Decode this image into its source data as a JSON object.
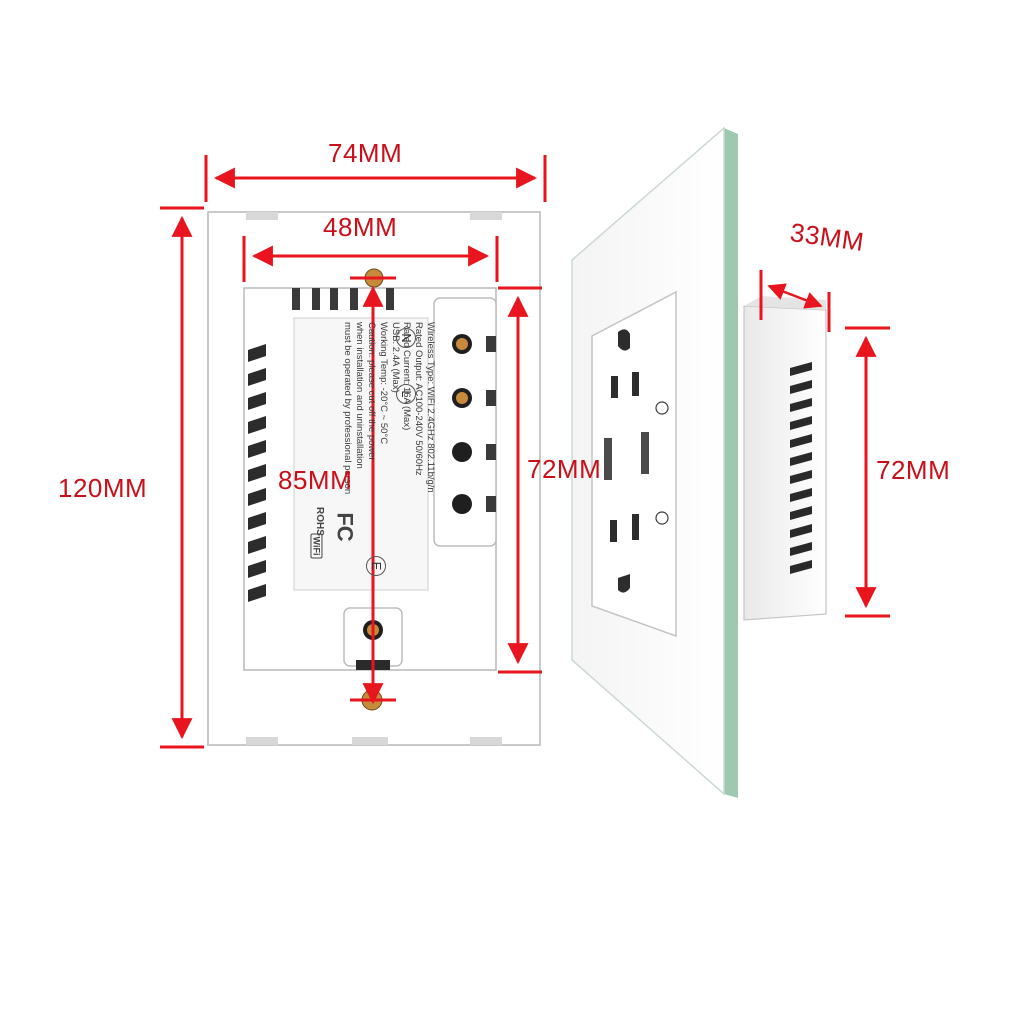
{
  "dimensions": {
    "back_width": "74MM",
    "inner_width": "48MM",
    "total_height": "120MM",
    "body_height": "85MM",
    "body_inner_height": "72MM",
    "depth": "33MM",
    "side_body_height": "72MM"
  },
  "device_label": {
    "lines": [
      "Wireless Type: WiFi 2.4GHz 802.11b/g/n",
      "Rated Output: AC100-240V 50/60Hz",
      "Rated Current: 16A (Max)",
      "USB: 2.4A (Max)",
      "Working Temp: -20°C ~ 50°C",
      "Caution: please cut off the power",
      "when installation and uninstallation",
      "must be operated by professional person"
    ],
    "certifications": {
      "fc": "FC",
      "rohs": "ROHS",
      "wifi": "WiFi"
    }
  },
  "terminals": {
    "neutral": "N",
    "live": "L",
    "earth": "E"
  },
  "colors": {
    "dimension_red": "#e8141e",
    "plate_white": "#ffffff",
    "glass_edge_green": "#9ec9b0",
    "outline_gray": "#c8c8c8",
    "terminal_brass": "#c78a3a"
  }
}
